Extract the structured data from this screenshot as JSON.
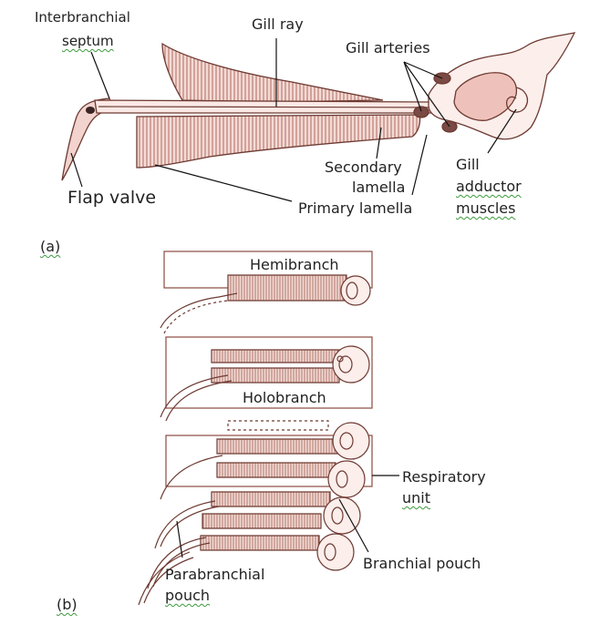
{
  "panel_a": {
    "tag": "(a)",
    "labels": {
      "interbranchial_1": "Interbranchial",
      "interbranchial_2": "septum",
      "gill_ray": "Gill ray",
      "gill_arteries": "Gill arteries",
      "secondary_1": "Secondary",
      "secondary_2": "lamella",
      "gill_1": "Gill",
      "gill_2": "adductor",
      "gill_3": "muscles",
      "flap_valve": "Flap valve",
      "primary_lamella": "Primary lamella"
    }
  },
  "panel_b": {
    "tag": "(b)",
    "labels": {
      "hemibranch": "Hemibranch",
      "holobranch": "Holobranch",
      "respiratory_1": "Respiratory",
      "respiratory_2": "unit",
      "branchial_pouch": "Branchial pouch",
      "parabranchial_1": "Parabranchial",
      "parabranchial_2": "pouch"
    }
  },
  "colors": {
    "fill": "#f2d3cd",
    "stroke": "#6e3a32",
    "dark": "#3a2522",
    "leader": "#111111"
  }
}
